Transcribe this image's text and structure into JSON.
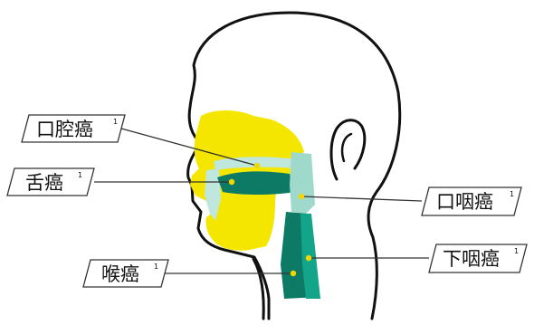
{
  "colors": {
    "outline": "#111111",
    "yellow": "#f5e600",
    "light_teal": "#9fd9cc",
    "pale_teal": "#bfe7de",
    "dark_teal": "#0d7a66",
    "teal": "#12a58a",
    "dot": "#f2d600",
    "line": "#333333"
  },
  "labels": {
    "oral": {
      "text": "口腔癌",
      "sup": "1"
    },
    "tongue": {
      "text": "舌癌",
      "sup": "1"
    },
    "oropharynx": {
      "text": "口咽癌",
      "sup": "1"
    },
    "larynx": {
      "text": "喉癌",
      "sup": "1"
    },
    "hypopharynx": {
      "text": "下咽癌",
      "sup": "1"
    }
  }
}
